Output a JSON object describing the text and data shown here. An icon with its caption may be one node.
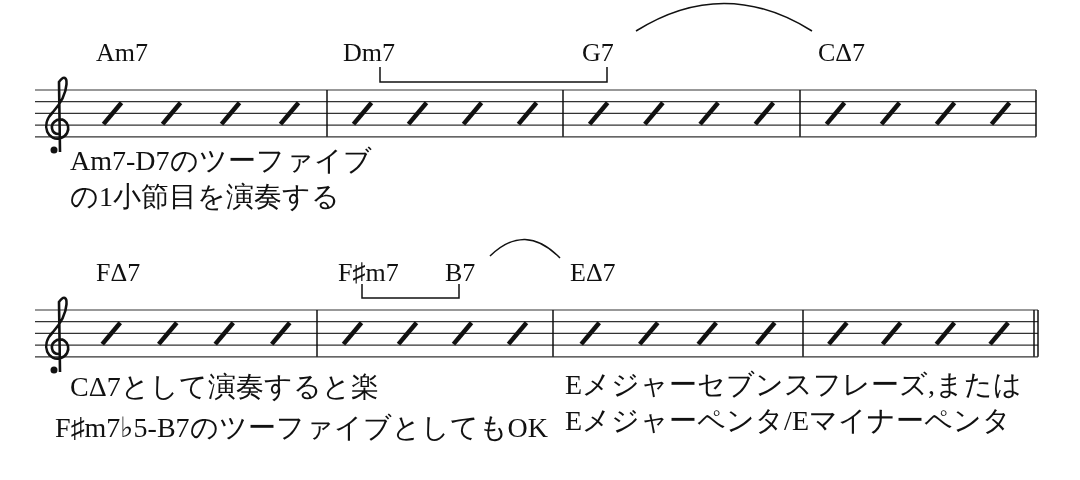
{
  "diagram": {
    "labels": [
      "Am7",
      "Dm7",
      "G7",
      "CΔ7",
      "Am7-D7のツーファイブの1小節目を演奏する",
      "FΔ7",
      "F♯m7",
      "B7",
      "EΔ7",
      "CΔ7として演奏すると楽",
      "F♯m7♭5-B7のツーファイブとしてもOK",
      "Eメジャーセブンスフレーズ,またはEメジャーペンタ/Eマイナーペンタ"
    ]
  }
}
